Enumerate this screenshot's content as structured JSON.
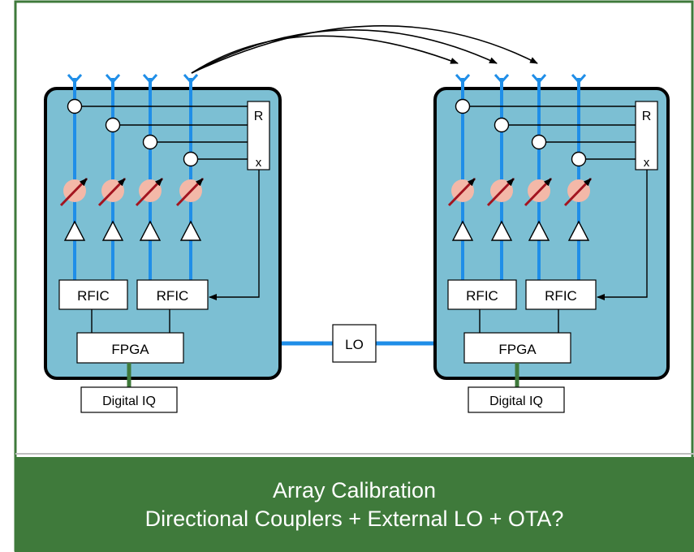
{
  "blocks": {
    "rfic_label": "RFIC",
    "fpga_label": "FPGA",
    "digital_iq_label": "Digital IQ",
    "lo_label": "LO",
    "coupler_top_label": "R",
    "coupler_bottom_label": "x"
  },
  "caption": {
    "line1": "Array Calibration",
    "line2": "Directional Couplers + External LO + OTA?"
  },
  "colors": {
    "border_green": "#3f7a3b",
    "board_fill": "#7cbfd3",
    "rf_line_blue": "#1f8ee8",
    "phase_shifter_fill": "#f3b8a8",
    "phase_arrow": "#a3141f"
  },
  "icons": [
    "antenna-icon",
    "coupler-icon",
    "phase-shifter-icon",
    "amplifier-icon"
  ]
}
